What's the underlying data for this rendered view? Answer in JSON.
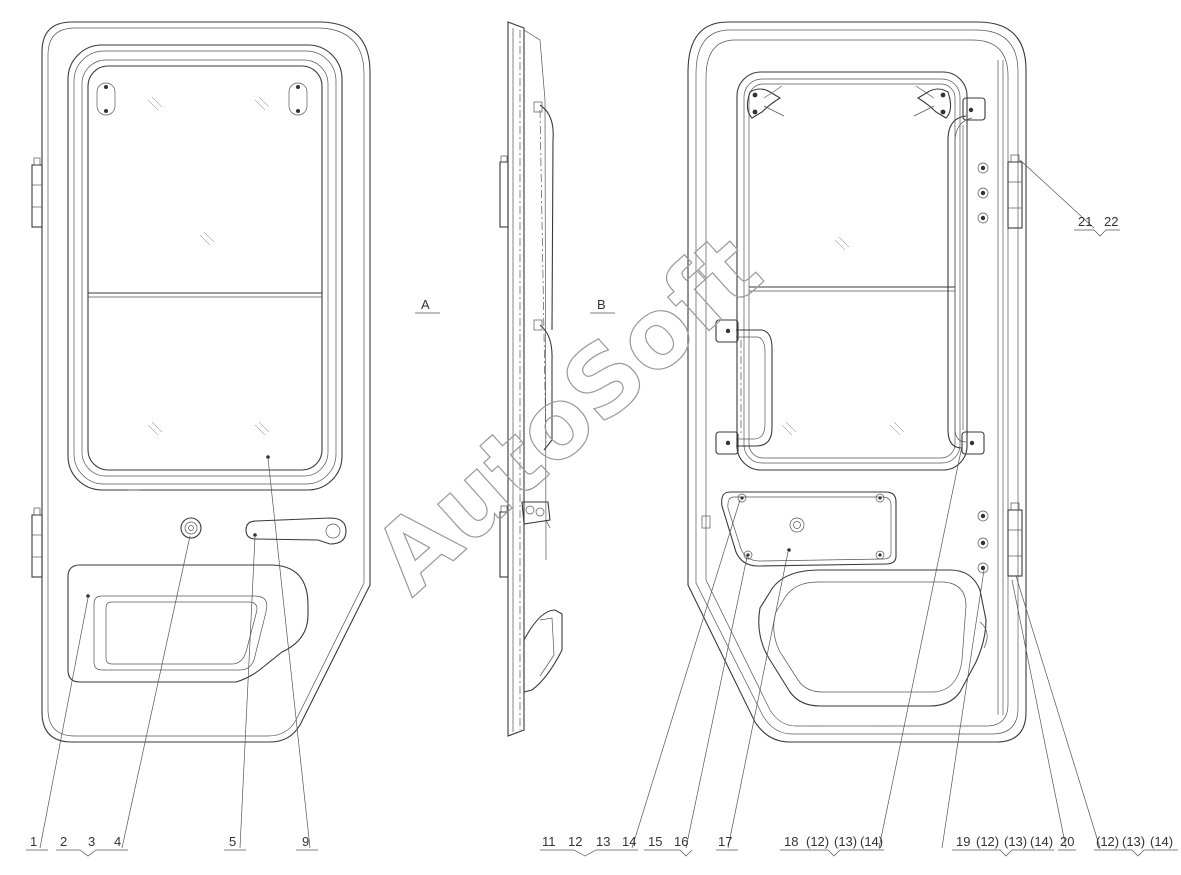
{
  "watermark": "AutoSoft",
  "views": {
    "a": "A",
    "b": "B"
  },
  "callouts": {
    "c1": "1",
    "c2": "2",
    "c3": "3",
    "c4": "4",
    "c5": "5",
    "c9": "9",
    "c11": "11",
    "c12": "12",
    "c13": "13",
    "c14": "14",
    "c15": "15",
    "c16": "16",
    "c17": "17",
    "g18": "18",
    "g18a": "(12)",
    "g18b": "(13)",
    "g18c": "(14)",
    "g19": "19",
    "g19a": "(12)",
    "g19b": "(13)",
    "g19c": "(14)",
    "c20": "20",
    "g20a": "(12)",
    "g20b": "(13)",
    "g20c": "(14)",
    "c21": "21",
    "c22": "22"
  }
}
